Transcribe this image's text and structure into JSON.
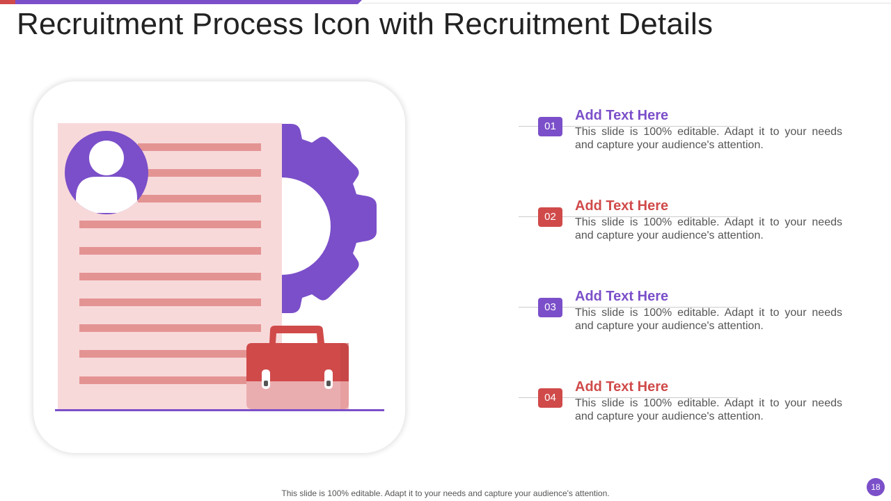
{
  "title": "Recruitment Process Icon with Recruitment Details",
  "colors": {
    "purple": "#7b4fc9",
    "red": "#d04a4a",
    "pink_bg": "#f8d9da",
    "pink_line": "#e49393"
  },
  "items": [
    {
      "number": "01",
      "heading": "Add Text Here",
      "text": "This slide is 100% editable. Adapt it to your needs and capture your audience's attention.",
      "color": "#7b4fc9"
    },
    {
      "number": "02",
      "heading": "Add Text Here",
      "text": "This slide is 100% editable. Adapt it to your needs and capture your audience's attention.",
      "color": "#d04a4a"
    },
    {
      "number": "03",
      "heading": "Add Text Here",
      "text": "This slide is 100% editable. Adapt it to your needs and capture your audience's attention.",
      "color": "#7b4fc9"
    },
    {
      "number": "04",
      "heading": "Add Text Here",
      "text": "This slide is 100% editable. Adapt it to your needs and capture your audience's attention.",
      "color": "#d04a4a"
    }
  ],
  "footer": "This slide is 100% editable. Adapt it to your needs and capture your audience's attention.",
  "page_number": "18",
  "icons": [
    "resume-document-icon",
    "gear-icon",
    "user-avatar-icon",
    "briefcase-icon"
  ]
}
